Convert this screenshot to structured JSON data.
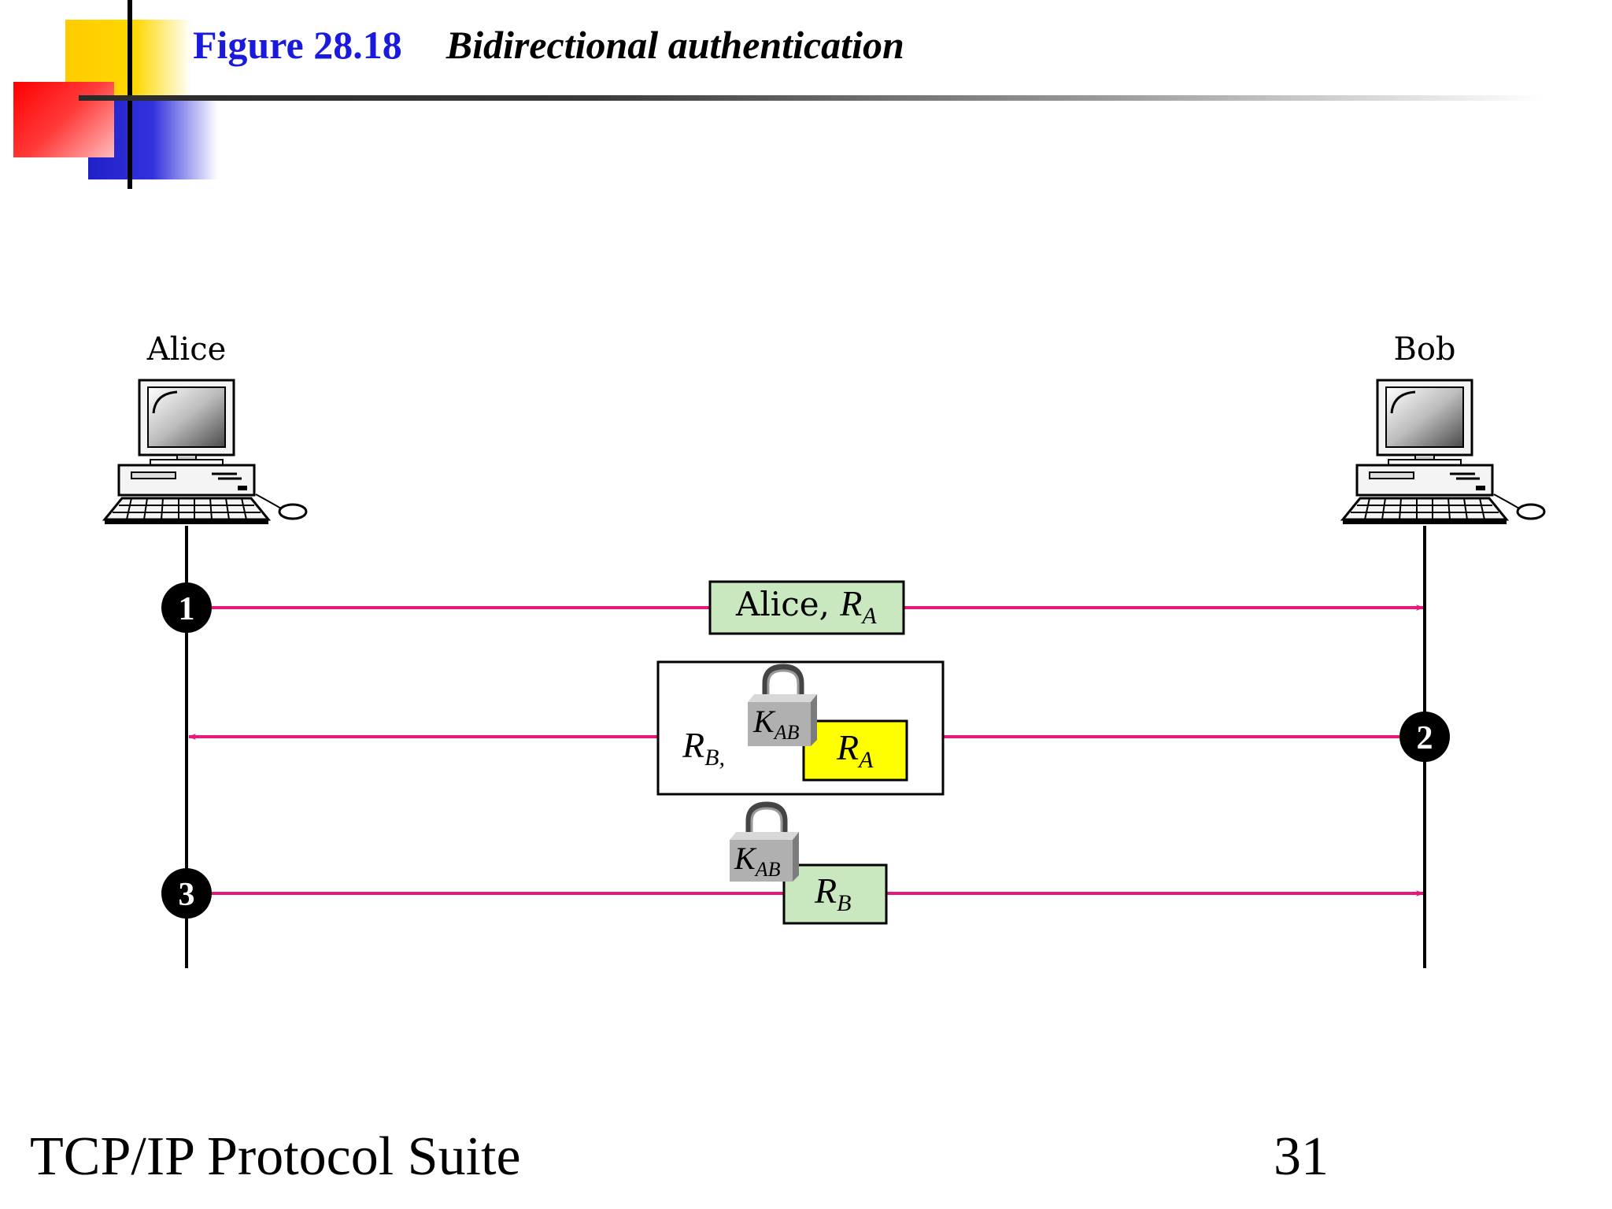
{
  "header": {
    "figure_number": "Figure 28.18",
    "figure_caption": "Bidirectional authentication"
  },
  "footer": {
    "course": "TCP/IP Protocol Suite",
    "page_number": "31"
  },
  "parties": {
    "left": "Alice",
    "right": "Bob"
  },
  "steps": [
    {
      "number": "1"
    },
    {
      "number": "2"
    },
    {
      "number": "3"
    }
  ],
  "messages": {
    "msg1": {
      "text": "Alice, ",
      "nonce": "R",
      "nonce_sub": "A"
    },
    "msg2": {
      "outer": "R",
      "outer_sub": "B",
      "outer_sep": ",",
      "key": "K",
      "key_sub": "AB",
      "inner": "R",
      "inner_sub": "A"
    },
    "msg3": {
      "key": "K",
      "key_sub": "AB",
      "inner": "R",
      "inner_sub": "B"
    }
  },
  "colors": {
    "arrow": "#e6197a",
    "message_green": "#c9e8bf",
    "message_yellow": "#ffff00",
    "lock_gray": "#b0b0b0",
    "figure_number_blue": "#1a1adc"
  }
}
